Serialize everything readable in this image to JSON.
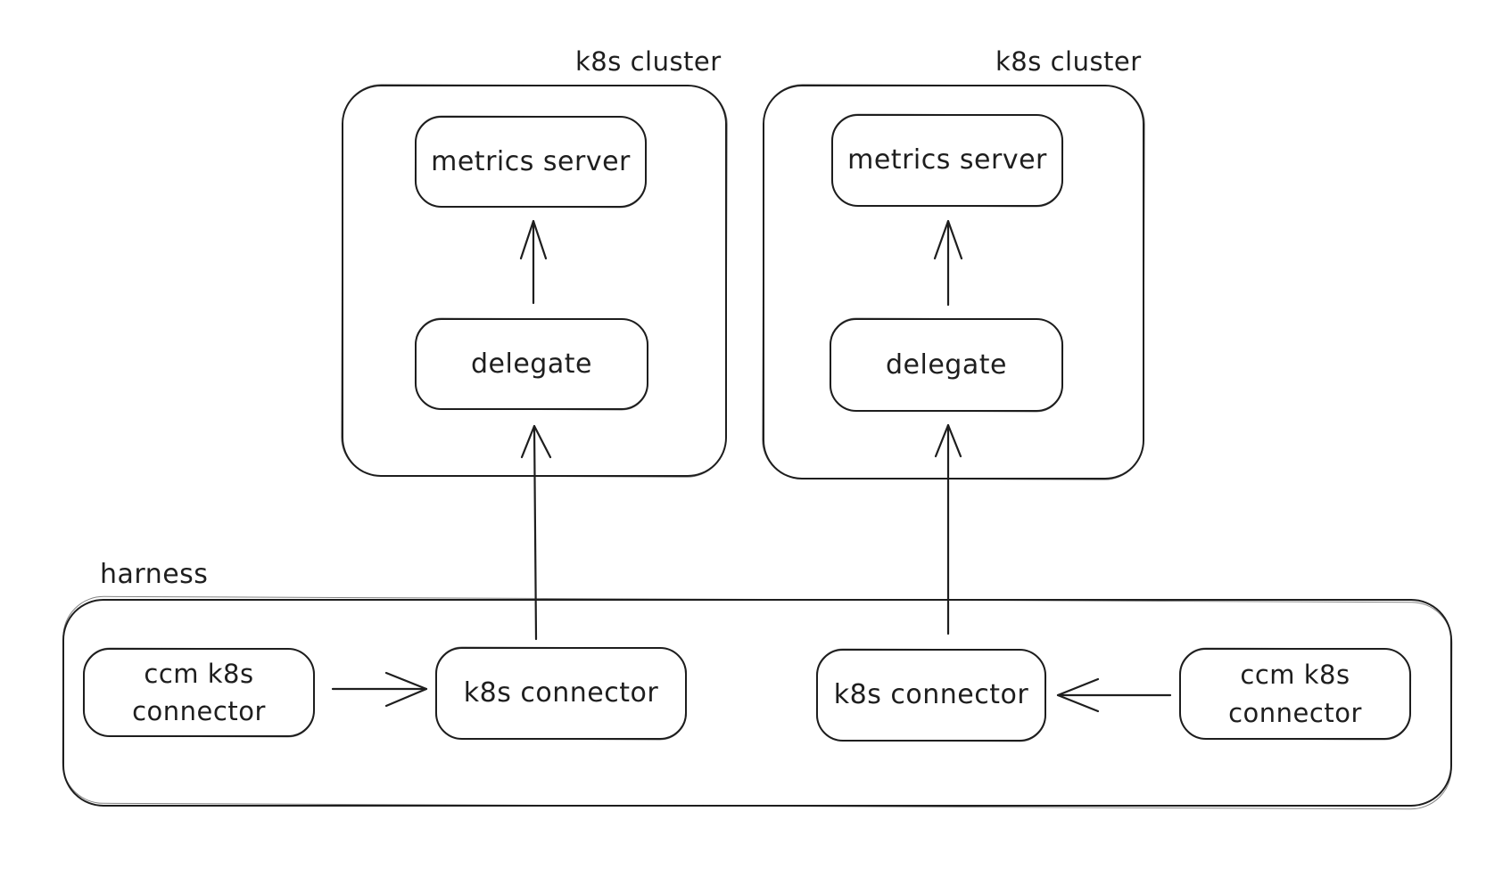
{
  "canvas": {
    "background": "#ffffff",
    "stroke_color": "#1e1e1e"
  },
  "clusters": [
    {
      "label": "k8s cluster",
      "metrics_server": "metrics server",
      "delegate": "delegate"
    },
    {
      "label": "k8s cluster",
      "metrics_server": "metrics server",
      "delegate": "delegate"
    }
  ],
  "harness": {
    "label": "harness",
    "left": {
      "ccm_connector_line1": "ccm k8s",
      "ccm_connector_line2": "connector",
      "k8s_connector": "k8s connector"
    },
    "right": {
      "k8s_connector": "k8s connector",
      "ccm_connector_line1": "ccm k8s",
      "ccm_connector_line2": "connector"
    }
  }
}
